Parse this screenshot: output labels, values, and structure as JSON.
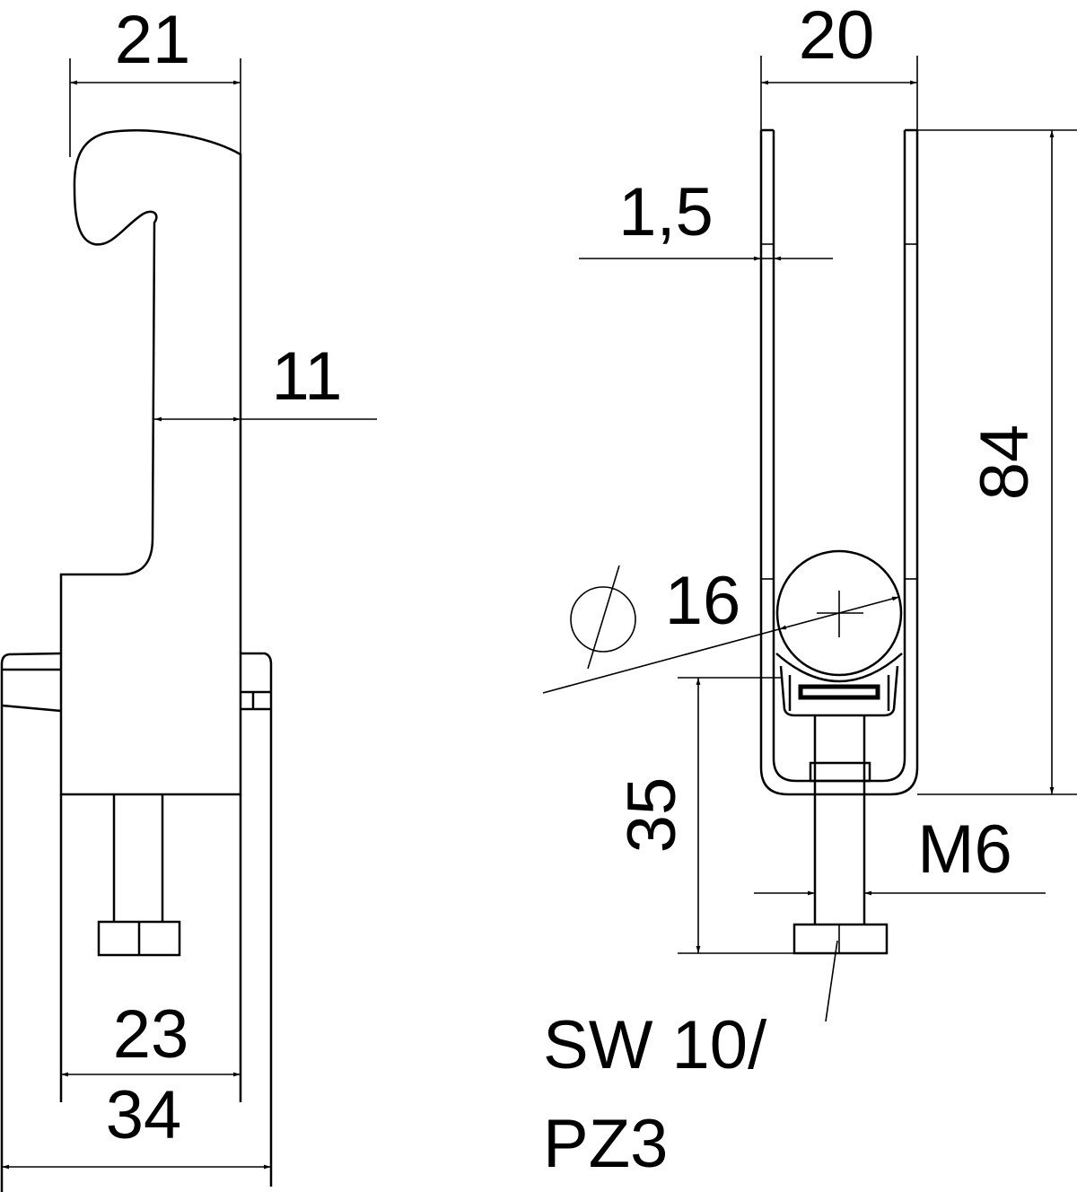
{
  "drawing": {
    "side_view": {
      "dim_top_width": "21",
      "dim_hook_depth": "11",
      "dim_inner_width": "23",
      "dim_base_width": "34"
    },
    "front_view": {
      "dim_top_width": "20",
      "dim_wall_thickness": "1,5",
      "dim_height": "84",
      "dim_diameter": "16",
      "dim_screw_offset": "35",
      "dim_thread": "M6",
      "wrench_size_line1": "SW 10/",
      "wrench_size_line2": "PZ3"
    },
    "line_color": "#000000",
    "background_color": "#ffffff"
  }
}
